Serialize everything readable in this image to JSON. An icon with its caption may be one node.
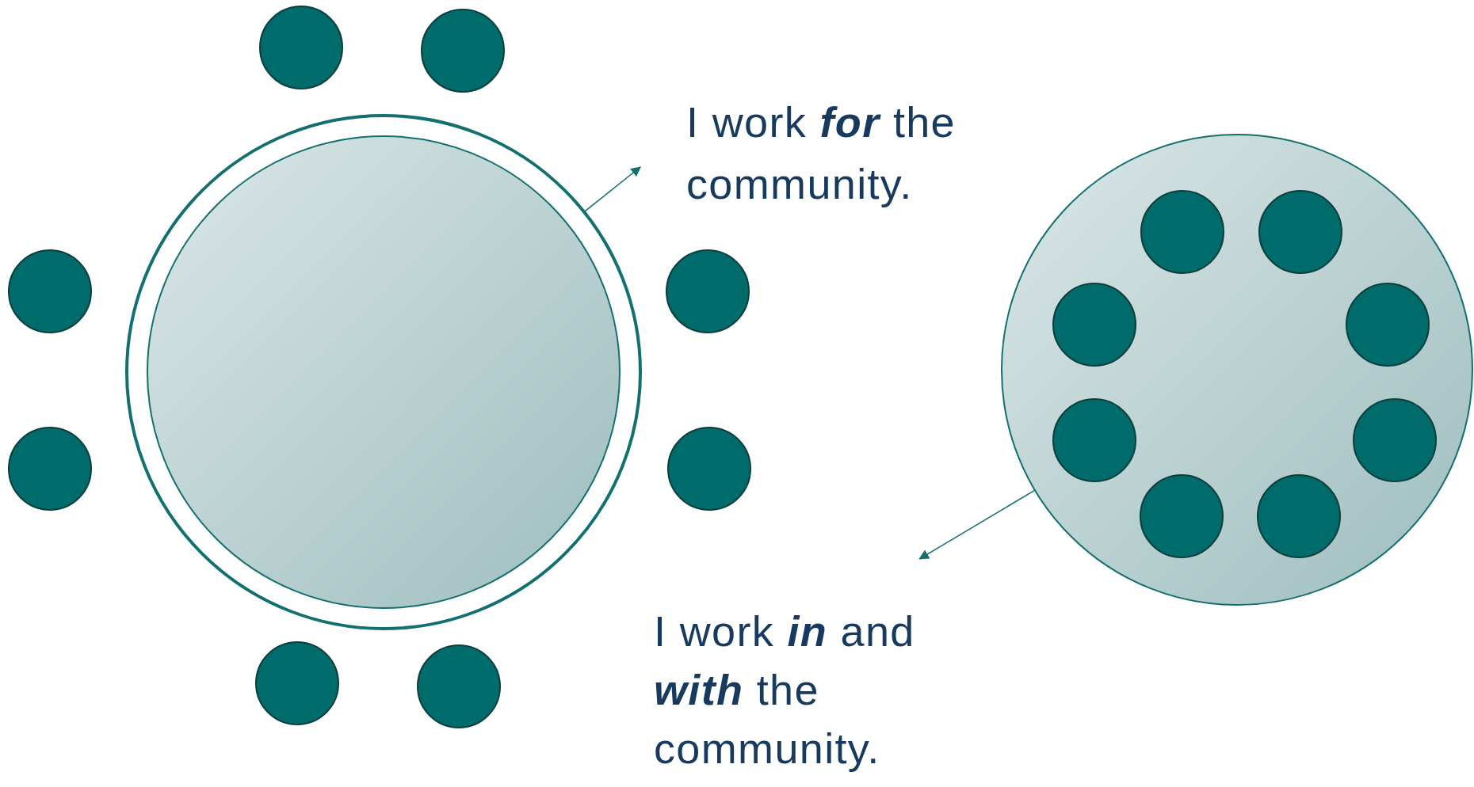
{
  "diagram": {
    "nodes": [
      {
        "text": [],
        "shape": "circle"
      },
      {
        "text": [],
        "shape": "circle",
        "in": 0
      },
      {
        "text": [],
        "shape": "circle"
      },
      {
        "text": [],
        "shape": "circle"
      },
      {
        "text": [],
        "shape": "circle"
      },
      {
        "text": [],
        "shape": "circle"
      },
      {
        "text": [],
        "shape": "circle"
      },
      {
        "text": [],
        "shape": "circle"
      },
      {
        "text": [],
        "shape": "circle"
      },
      {
        "text": [],
        "shape": "circle"
      },
      {
        "text": [
          "I work **for** the community."
        ]
      },
      {
        "text": [],
        "shape": "circle"
      },
      {
        "text": [],
        "shape": "circle",
        "in": 11
      },
      {
        "text": [],
        "shape": "circle",
        "in": 11
      },
      {
        "text": [],
        "shape": "circle",
        "in": 11
      },
      {
        "text": [],
        "shape": "circle",
        "in": 11
      },
      {
        "text": [],
        "shape": "circle",
        "in": 11
      },
      {
        "text": [],
        "shape": "circle",
        "in": 11
      },
      {
        "text": [],
        "shape": "circle",
        "in": 11
      },
      {
        "text": [],
        "shape": "circle",
        "in": 11
      },
      {
        "text": [
          "I work **in** and **with** the community."
        ]
      }
    ],
    "edges": [
      {
        "from": 0,
        "to": 10,
        "arrow": "to"
      },
      {
        "from": 11,
        "to": 20,
        "arrow": "to"
      }
    ]
  }
}
